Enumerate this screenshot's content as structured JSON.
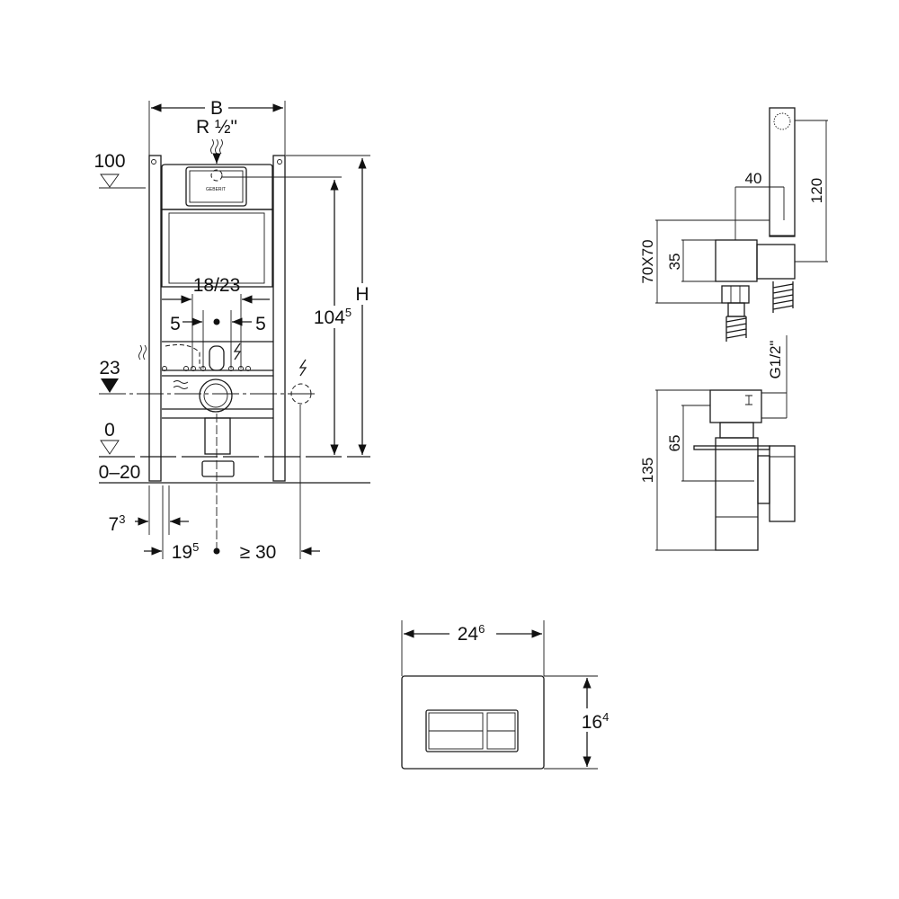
{
  "installation_frame": {
    "width_label": "B",
    "supply_label": "R ½\"",
    "level_100": "100",
    "spacing_label": "18/23",
    "offset_left": "5",
    "offset_right": "5",
    "height_label": "H",
    "height_104": {
      "base": "104",
      "sup": "5"
    },
    "level_23": "23",
    "level_0": "0",
    "floor_range": "0–20",
    "dim_7": {
      "base": "7",
      "sup": "3"
    },
    "dim_19": {
      "base": "19",
      "sup": "5"
    },
    "min_30": "≥ 30",
    "logo_text": "GEBERIT"
  },
  "bidet_mixer": {
    "dim_40": "40",
    "dim_120": "120",
    "dim_70x70": "70X70",
    "dim_35": "35",
    "thread": "G1/2\"",
    "dim_65": "65",
    "dim_135": "135"
  },
  "flush_plate": {
    "width": {
      "base": "24",
      "sup": "6"
    },
    "height": {
      "base": "16",
      "sup": "4"
    }
  }
}
